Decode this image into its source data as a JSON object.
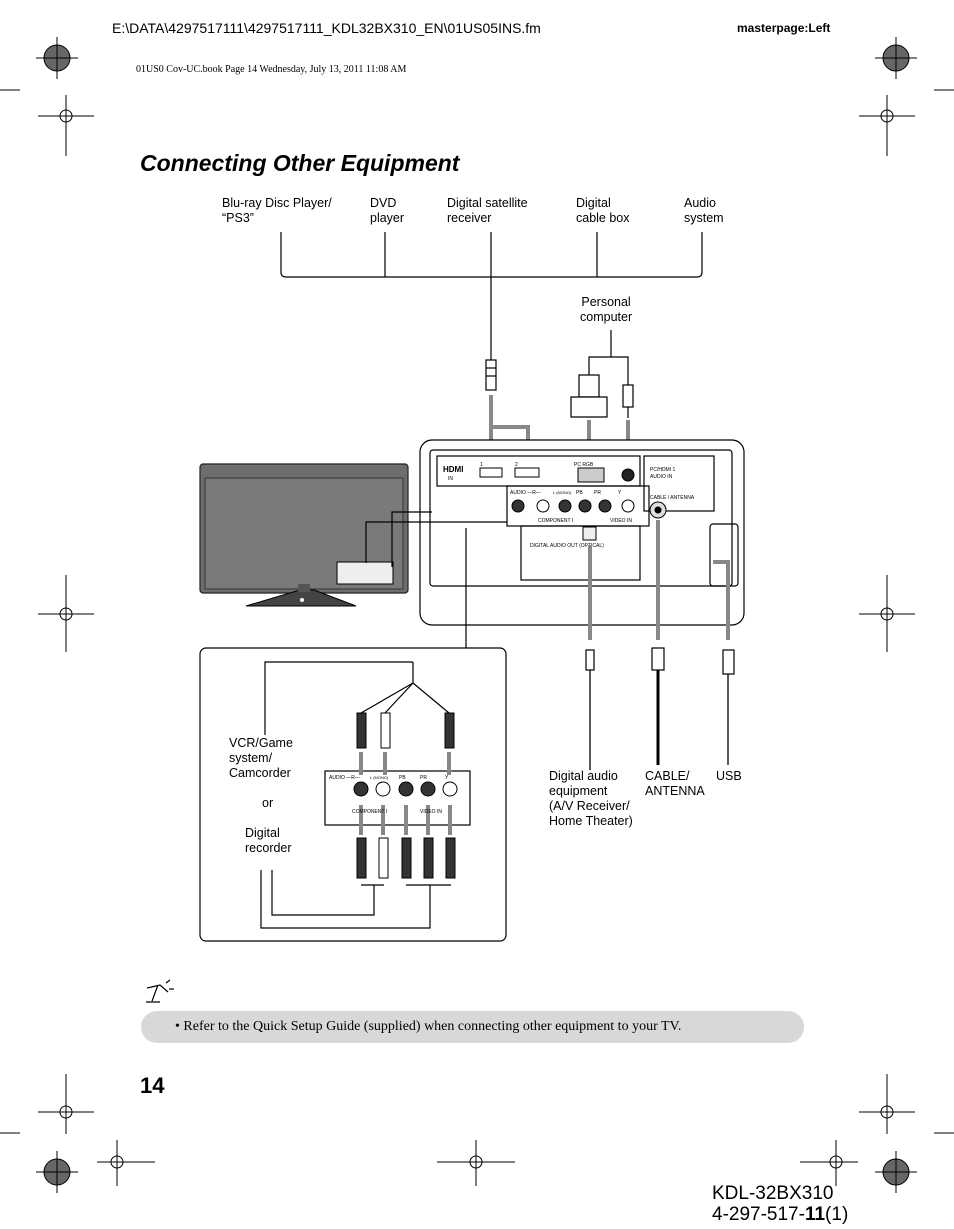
{
  "header": {
    "file_path": "E:\\DATA\\4297517111\\4297517111_KDL32BX310_EN\\01US05INS.fm",
    "masterpage": "masterpage:Left",
    "book_info": "01US0 Cov-UC.book  Page 14  Wednesday, July 13, 2011  11:08 AM"
  },
  "title": "Connecting Other Equipment",
  "devices_top": {
    "bluray": [
      "Blu-ray Disc Player/",
      "“PS3”"
    ],
    "dvd": [
      "DVD",
      "player"
    ],
    "satellite": [
      "Digital satellite",
      "receiver"
    ],
    "cable_box": [
      "Digital",
      "cable box"
    ],
    "audio_system": [
      "Audio",
      "system"
    ],
    "pc": [
      "Personal",
      "computer"
    ]
  },
  "panel": {
    "hdmi": "HDMI",
    "hdmi_in": "IN",
    "hdmi_1": "1",
    "hdmi_2": "2",
    "pc_rgb": "PC   RGB",
    "pc_hdmi_audio": [
      "PC/HDMI 1",
      "AUDIO IN"
    ],
    "audio_r": "AUDIO —R—",
    "audio_l": "L (MONO)",
    "pb": "PB",
    "pr": "PR",
    "y": "Y",
    "cable_antenna": "CABLE / ANTENNA",
    "component": "COMPONENT I",
    "video_in": "VIDEO IN",
    "digital_audio_out": "DIGITAL AUDIO OUT (OPTICAL)"
  },
  "devices_bottom": {
    "vcr": [
      "VCR/Game",
      "system/",
      "Camcorder"
    ],
    "or": "or",
    "recorder": [
      "Digital",
      "recorder"
    ],
    "digital_audio": [
      "Digital audio",
      "equipment",
      "(A/V Receiver/",
      "Home Theater)"
    ],
    "cable_antenna": [
      "CABLE/",
      "ANTENNA"
    ],
    "usb": "USB"
  },
  "tip": "• Refer to the Quick Setup Guide (supplied) when connecting other equipment to your TV.",
  "page_number": "14",
  "model": "KDL-32BX310",
  "part_number": {
    "prefix": "4-297-517-",
    "bold": "11",
    "suffix": "(1)"
  }
}
